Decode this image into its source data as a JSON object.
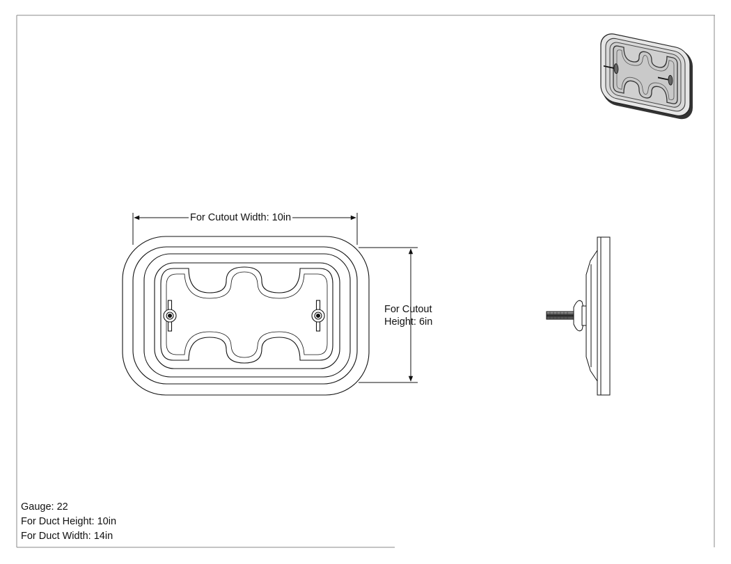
{
  "dimensions": {
    "cutout_width": "For Cutout Width: 10in",
    "cutout_height_line1": "For Cutout",
    "cutout_height_line2": "Height: 6in"
  },
  "specs": {
    "gauge": "Gauge: 22",
    "duct_height": "For Duct Height: 10in",
    "duct_width": "For Duct Width: 14in"
  },
  "views": [
    "front-view",
    "side-view",
    "isometric-view"
  ]
}
